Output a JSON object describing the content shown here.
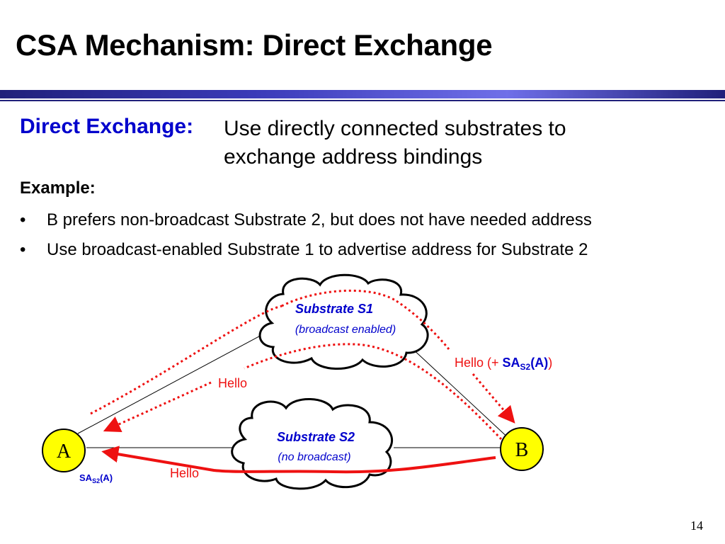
{
  "slide": {
    "title": "CSA Mechanism: Direct Exchange",
    "page_number": "14"
  },
  "definition": {
    "term": "Direct Exchange:",
    "description": "Use directly connected substrates to exchange address bindings"
  },
  "example": {
    "heading": "Example:",
    "bullet_char": "•",
    "bullets": [
      "B prefers non-broadcast Substrate 2, but does not have needed address",
      "Use broadcast-enabled  Substrate 1 to advertise address for Substrate 2"
    ]
  },
  "diagram": {
    "node_a": "A",
    "node_b": "B",
    "substrate_s1": {
      "name": "Substrate S1",
      "note": "(broadcast enabled)"
    },
    "substrate_s2": {
      "name": "Substrate S2",
      "note": "(no broadcast)"
    },
    "label_hello_s1_left": "Hello",
    "label_hello_s1_right": {
      "prefix": "Hello (+ ",
      "sa": "SA",
      "sub": "S2",
      "arg": "(A)",
      "suffix": ")"
    },
    "label_hello_s2": "Hello",
    "label_sa_a": {
      "sa": "SA",
      "sub": "S2",
      "arg": "(A)"
    },
    "colors": {
      "node_fill": "#ffff00",
      "arrow": "#ee1111",
      "substrate_text": "#0000cc",
      "line": "#000000"
    }
  }
}
